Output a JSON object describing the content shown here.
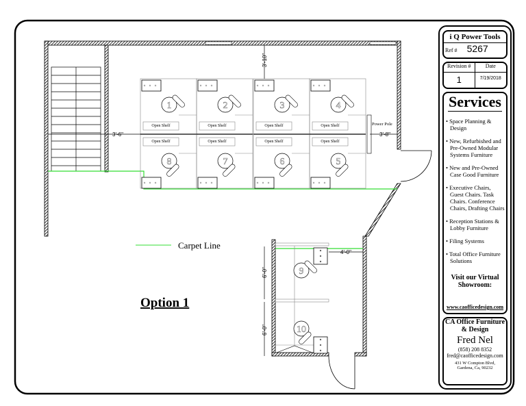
{
  "drawing": {
    "option_label": "Option 1",
    "legend": {
      "carpet_line_label": "Carpet Line",
      "carpet_color": "#33dd33"
    },
    "workstations_top": [
      "1",
      "2",
      "3",
      "4"
    ],
    "workstations_bottom": [
      "8",
      "7",
      "6",
      "5"
    ],
    "workstations_room": [
      "9",
      "10"
    ],
    "shelf_label": "Open Shelf",
    "power_pole_label": "Power Pole",
    "dimensions": {
      "left": "3'-6\"",
      "right": "3'-8\"",
      "top": "3'-10\"",
      "room_upper": "6'-0\"",
      "room_lower": "6'-0\"",
      "room_aisle": "4'-0\""
    }
  },
  "title_block": {
    "company_tool": "i Q Power Tools",
    "ref_label": "Ref #",
    "ref_value": "5267",
    "revision_label": "Revision #",
    "date_label": "Date",
    "revision_value": "1",
    "date_value": "7/19/2018",
    "services_title": "Services",
    "services": [
      "Space Planning & Design",
      "New, Refurbished and Pre-Owned Modular Systems Furniture",
      "New and Pre-Owned Case Good Furniture",
      "Executive Chairs, Guest Chairs. Task Chairs. Conference Chairs, Drafting Chairs",
      "Reception Stations & Lobby Furniture",
      "Filing Systems",
      "Total Office Furniture Solutions"
    ],
    "visit_text": "Visit our Virtual Showroom:",
    "website": "www.caofficedesign.com",
    "company": "CA Office Furniture & Design",
    "contact_name": "Fred Nel",
    "phone": "(858) 208 8352",
    "email": "fred@caofficedesign.com",
    "address_line1": "431 W Compton Blvd,",
    "address_line2": "Gardena, Ca, 90232"
  }
}
